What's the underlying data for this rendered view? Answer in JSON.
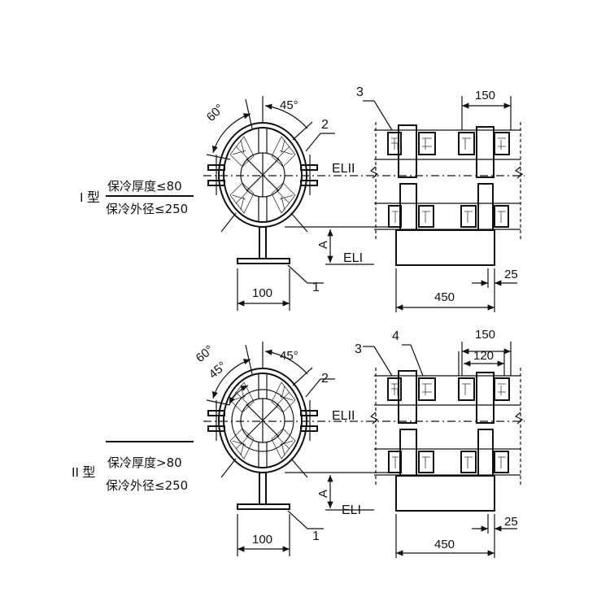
{
  "type_one": {
    "label": "I 型",
    "condition_top": "保冷厚度≤80",
    "condition_bottom": "保冷外径≤250",
    "angle_outer": "60°",
    "angle_right": "45°",
    "part_1": "1",
    "part_2": "2",
    "part_3": "3",
    "elevation_upper": "ELII",
    "elevation_lower": "ELI",
    "dim_a": "A",
    "dim_base": "100",
    "dim_block": "450",
    "dim_spacing": "150",
    "dim_offset": "25"
  },
  "type_two": {
    "label": "II 型",
    "condition_top": "保冷厚度>80",
    "condition_bottom": "保冷外径≤250",
    "angle_outer": "60°",
    "angle_inner": "45°",
    "angle_right": "45°",
    "part_1": "1",
    "part_2": "2",
    "part_3": "3",
    "part_4": "4",
    "elevation_upper": "ELII",
    "elevation_lower": "ELI",
    "dim_a": "A",
    "dim_base": "100",
    "dim_block": "450",
    "dim_spacing": "150",
    "dim_inner_spacing": "120",
    "dim_offset": "25"
  }
}
